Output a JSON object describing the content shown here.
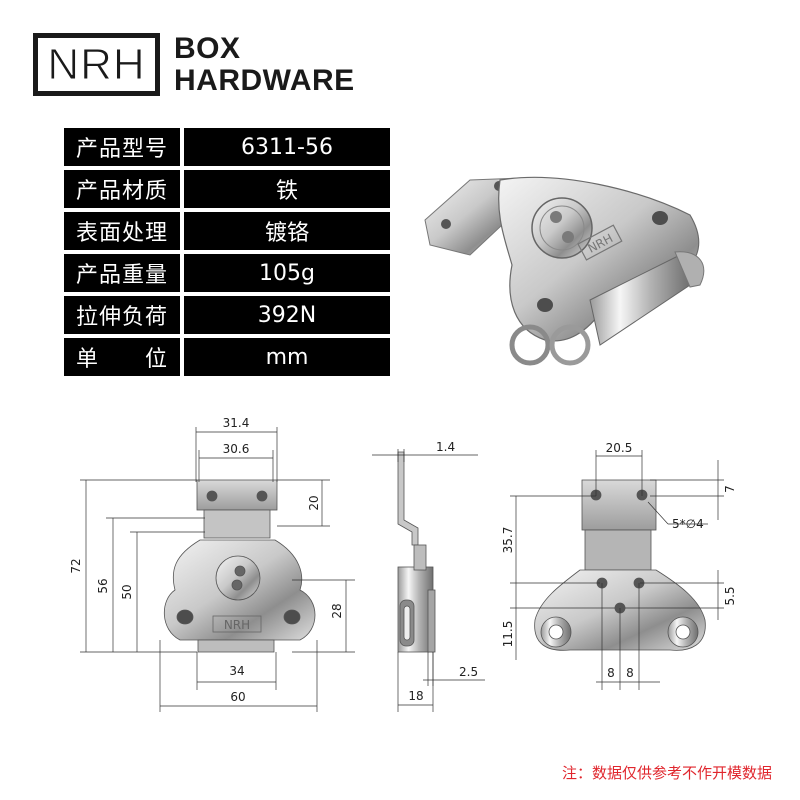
{
  "logo": {
    "mark": "NRH",
    "line1": "BOX",
    "line2": "HARDWARE"
  },
  "specs": [
    {
      "key": "产品型号",
      "value": "6311-56"
    },
    {
      "key": "产品材质",
      "value": "铁"
    },
    {
      "key": "表面处理",
      "value": "镀铬"
    },
    {
      "key": "产品重量",
      "value": "105g"
    },
    {
      "key": "拉伸负荷",
      "value": "392N"
    },
    {
      "key_a": "单",
      "key_b": "位",
      "value": "mm"
    }
  ],
  "drawing": {
    "front": {
      "d_31_4": "31.4",
      "d_30_6": "30.6",
      "d_20": "20",
      "d_72": "72",
      "d_56": "56",
      "d_50": "50",
      "d_28": "28",
      "d_34": "34",
      "d_60": "60",
      "plate_mark": "NRH"
    },
    "side": {
      "d_1_4": "1.4",
      "d_2_5": "2.5",
      "d_18": "18"
    },
    "back": {
      "d_20_5": "20.5",
      "d_7": "7",
      "d_35_7": "35.7",
      "d_hole": "5*∅4",
      "d_5_5": "5.5",
      "d_11_5": "11.5",
      "d_8a": "8",
      "d_8b": "8"
    }
  },
  "note": "注：数据仅供参考不作开模数据"
}
